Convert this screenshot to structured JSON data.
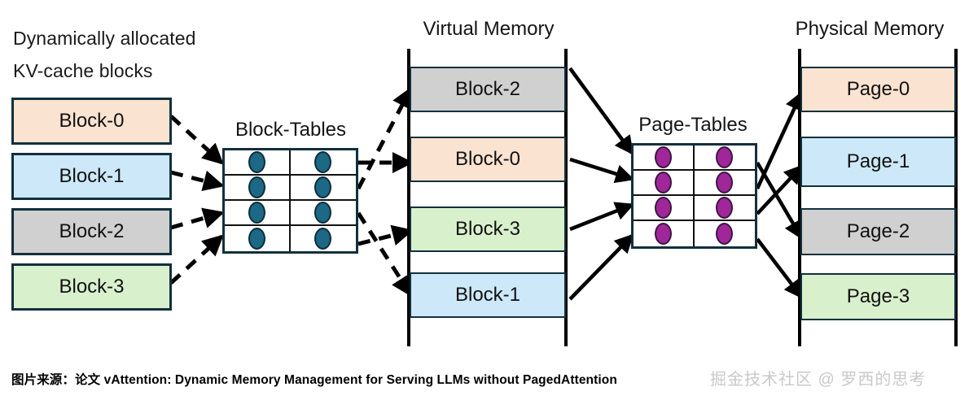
{
  "labels": {
    "kv_cache_line1": "Dynamically allocated",
    "kv_cache_line2": "KV-cache blocks",
    "block_tables": "Block-Tables",
    "virtual_memory": "Virtual Memory",
    "page_tables": "Page-Tables",
    "physical_memory": "Physical Memory"
  },
  "colors": {
    "peach": "#fae3d0",
    "blue": "#cde8f8",
    "gray": "#d0d0d0",
    "green": "#d9f0cd",
    "border": "#12303c",
    "rail": "#000000",
    "dot_teal": "#1c6885",
    "dot_purple": "#a0269a",
    "watermark": "#c9c9c9"
  },
  "kv_cache_blocks": [
    {
      "label": "Block-0",
      "color": "#fae3d0"
    },
    {
      "label": "Block-1",
      "color": "#cde8f8"
    },
    {
      "label": "Block-2",
      "color": "#d0d0d0"
    },
    {
      "label": "Block-3",
      "color": "#d9f0cd"
    }
  ],
  "virtual_memory_blocks": [
    {
      "label": "Block-2",
      "color": "#d0d0d0"
    },
    {
      "label": "Block-0",
      "color": "#fae3d0"
    },
    {
      "label": "Block-3",
      "color": "#d9f0cd"
    },
    {
      "label": "Block-1",
      "color": "#cde8f8"
    }
  ],
  "physical_memory_pages": [
    {
      "label": "Page-0",
      "color": "#fae3d0"
    },
    {
      "label": "Page-1",
      "color": "#cde8f8"
    },
    {
      "label": "Page-2",
      "color": "#d0d0d0"
    },
    {
      "label": "Page-3",
      "color": "#d9f0cd"
    }
  ],
  "block_tables": {
    "rows": 4,
    "cols": 2,
    "dot_color": "#1c6885",
    "dot_name": "block-table-entry-dot"
  },
  "page_tables": {
    "rows": 4,
    "cols": 2,
    "dot_color": "#a0269a",
    "dot_name": "page-table-entry-dot"
  },
  "footer": {
    "source_text": "图片来源：论文 vAttention: Dynamic Memory Management for Serving LLMs without PagedAttention",
    "watermark": "掘金技术社区 @ 罗西的思考"
  }
}
